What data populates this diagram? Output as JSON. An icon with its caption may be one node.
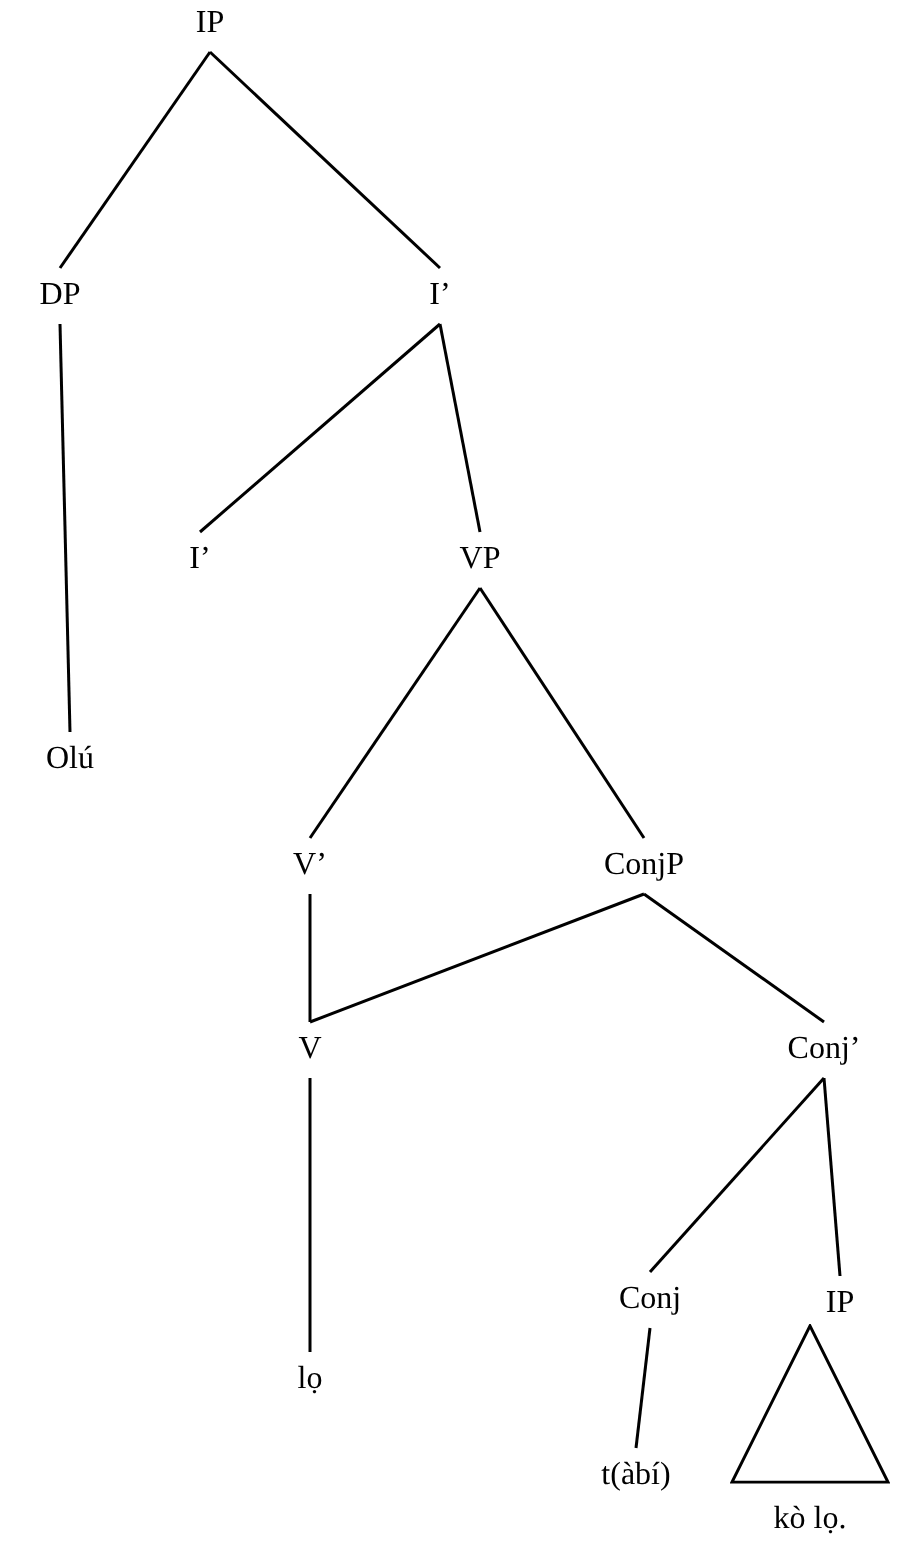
{
  "diagram": {
    "nodes": [
      {
        "text": [
          "IP"
        ]
      },
      {
        "text": [
          "DP"
        ]
      },
      {
        "text": [
          "I’"
        ]
      },
      {
        "text": [
          "Olú"
        ]
      },
      {
        "text": [
          "I’"
        ]
      },
      {
        "text": [
          "VP"
        ]
      },
      {
        "text": [
          "V’"
        ]
      },
      {
        "text": [
          "ConjP"
        ]
      },
      {
        "text": [
          "V"
        ]
      },
      {
        "text": [
          "Conj’"
        ]
      },
      {
        "text": [
          "lọ"
        ]
      },
      {
        "text": [
          "Conj"
        ]
      },
      {
        "text": [
          "IP"
        ]
      },
      {
        "text": [
          "t(àbí)"
        ]
      },
      {
        "text": [],
        "shape": "triangle",
        "beside": [
          "kò lọ."
        ]
      }
    ],
    "edges": [
      {
        "from": 0,
        "to": 1,
        "arrow": "none"
      },
      {
        "from": 0,
        "to": 2,
        "arrow": "none"
      },
      {
        "from": 1,
        "to": 3,
        "arrow": "none"
      },
      {
        "from": 2,
        "to": 4,
        "arrow": "none"
      },
      {
        "from": 2,
        "to": 5,
        "arrow": "none"
      },
      {
        "from": 5,
        "to": 6,
        "arrow": "none"
      },
      {
        "from": 5,
        "to": 7,
        "arrow": "none"
      },
      {
        "from": 6,
        "to": 8,
        "arrow": "none"
      },
      {
        "from": 7,
        "to": 8,
        "arrow": "none"
      },
      {
        "from": 7,
        "to": 9,
        "arrow": "none"
      },
      {
        "from": 8,
        "to": 10,
        "arrow": "none"
      },
      {
        "from": 9,
        "to": 11,
        "arrow": "none"
      },
      {
        "from": 9,
        "to": 12,
        "arrow": "none"
      },
      {
        "from": 11,
        "to": 13,
        "arrow": "none"
      }
    ]
  }
}
